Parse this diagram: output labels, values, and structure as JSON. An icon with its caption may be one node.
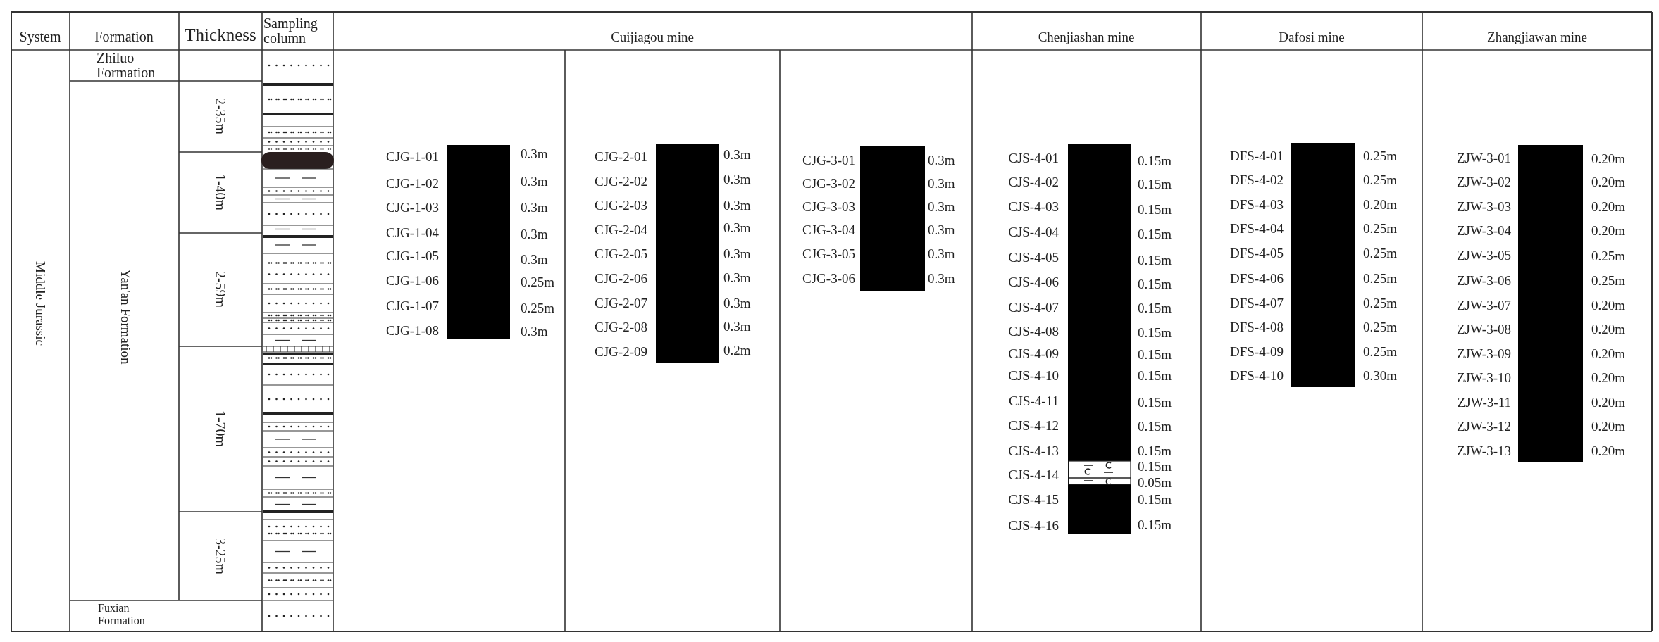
{
  "diagram": {
    "nodes": [
      {
        "text": [],
        "shape": "bar",
        "beside": [
          "CJG-1-01",
          "CJG-1-02",
          "CJG-1-03",
          "CJG-1-04",
          "CJG-1-05",
          "CJG-1-06",
          "CJG-1-07",
          "CJG-1-08",
          "0.3m",
          "0.3m",
          "0.3m",
          "0.3m",
          "0.3m",
          "0.25m",
          "0.25m",
          "0.3m"
        ]
      },
      {
        "text": [],
        "shape": "bar",
        "beside": [
          "CJG-2-01",
          "CJG-2-02",
          "CJG-2-03",
          "CJG-2-04",
          "CJG-2-05",
          "CJG-2-06",
          "CJG-2-07",
          "CJG-2-08",
          "CJG-2-09",
          "0.3m",
          "0.3m",
          "0.3m",
          "0.3m",
          "0.3m",
          "0.3m",
          "0.3m",
          "0.3m",
          "0.2m"
        ]
      },
      {
        "text": [],
        "shape": "bar",
        "beside": [
          "CJG-3-01",
          "CJG-3-02",
          "CJG-3-03",
          "CJG-3-04",
          "CJG-3-05",
          "CJG-3-06",
          "0.3m",
          "0.3m",
          "0.3m",
          "0.3m",
          "0.3m",
          "0.3m"
        ]
      },
      {
        "text": [],
        "shape": "bar",
        "beside": [
          "CJS-4-01",
          "CJS-4-02",
          "CJS-4-03",
          "CJS-4-04",
          "CJS-4-05",
          "CJS-4-06",
          "CJS-4-07",
          "CJS-4-08",
          "CJS-4-09",
          "CJS-4-10",
          "CJS-4-11",
          "CJS-4-12",
          "CJS-4-13",
          "CJS-4-14",
          "CJS-4-15",
          "CJS-4-16",
          "0.15m",
          "0.15m",
          "0.15m",
          "0.15m",
          "0.15m",
          "0.15m",
          "0.15m",
          "0.15m",
          "0.15m",
          "0.15m",
          "0.15m",
          "0.15m",
          "0.15m",
          "0.15m",
          "0.05m",
          "0.15m",
          "0.15m"
        ]
      },
      {
        "text": [],
        "shape": "bar",
        "beside": [
          "DFS-4-01",
          "DFS-4-02",
          "DFS-4-03",
          "DFS-4-04",
          "DFS-4-05",
          "DFS-4-06",
          "DFS-4-07",
          "DFS-4-08",
          "DFS-4-09",
          "DFS-4-10",
          "0.25m",
          "0.25m",
          "0.20m",
          "0.25m",
          "0.25m",
          "0.25m",
          "0.25m",
          "0.25m",
          "0.25m",
          "0.30m"
        ]
      },
      {
        "text": [],
        "shape": "bar",
        "beside": [
          "ZJW-3-01",
          "ZJW-3-02",
          "ZJW-3-03",
          "ZJW-3-04",
          "ZJW-3-05",
          "ZJW-3-06",
          "ZJW-3-07",
          "ZJW-3-08",
          "ZJW-3-09",
          "ZJW-3-10",
          "ZJW-3-11",
          "ZJW-3-12",
          "ZJW-3-13",
          "0.20m",
          "0.20m",
          "0.20m",
          "0.20m",
          "0.25m",
          "0.25m",
          "0.20m",
          "0.20m",
          "0.20m",
          "0.20m",
          "0.20m",
          "0.20m",
          "0.20m"
        ]
      }
    ],
    "labels": [
      "System",
      "Formation",
      "Thickness",
      "Sampling column",
      "Cuijiagou mine",
      "Chenjiashan mine",
      "Dafosi mine",
      "Zhangjiawan mine",
      "Zhiluo Formation",
      "Middle Jurassic",
      "Yan'an Formation",
      "2-35m",
      "1-40m",
      "2-59m",
      "1-70m",
      "3-25m",
      "Fuxian Formation"
    ]
  }
}
